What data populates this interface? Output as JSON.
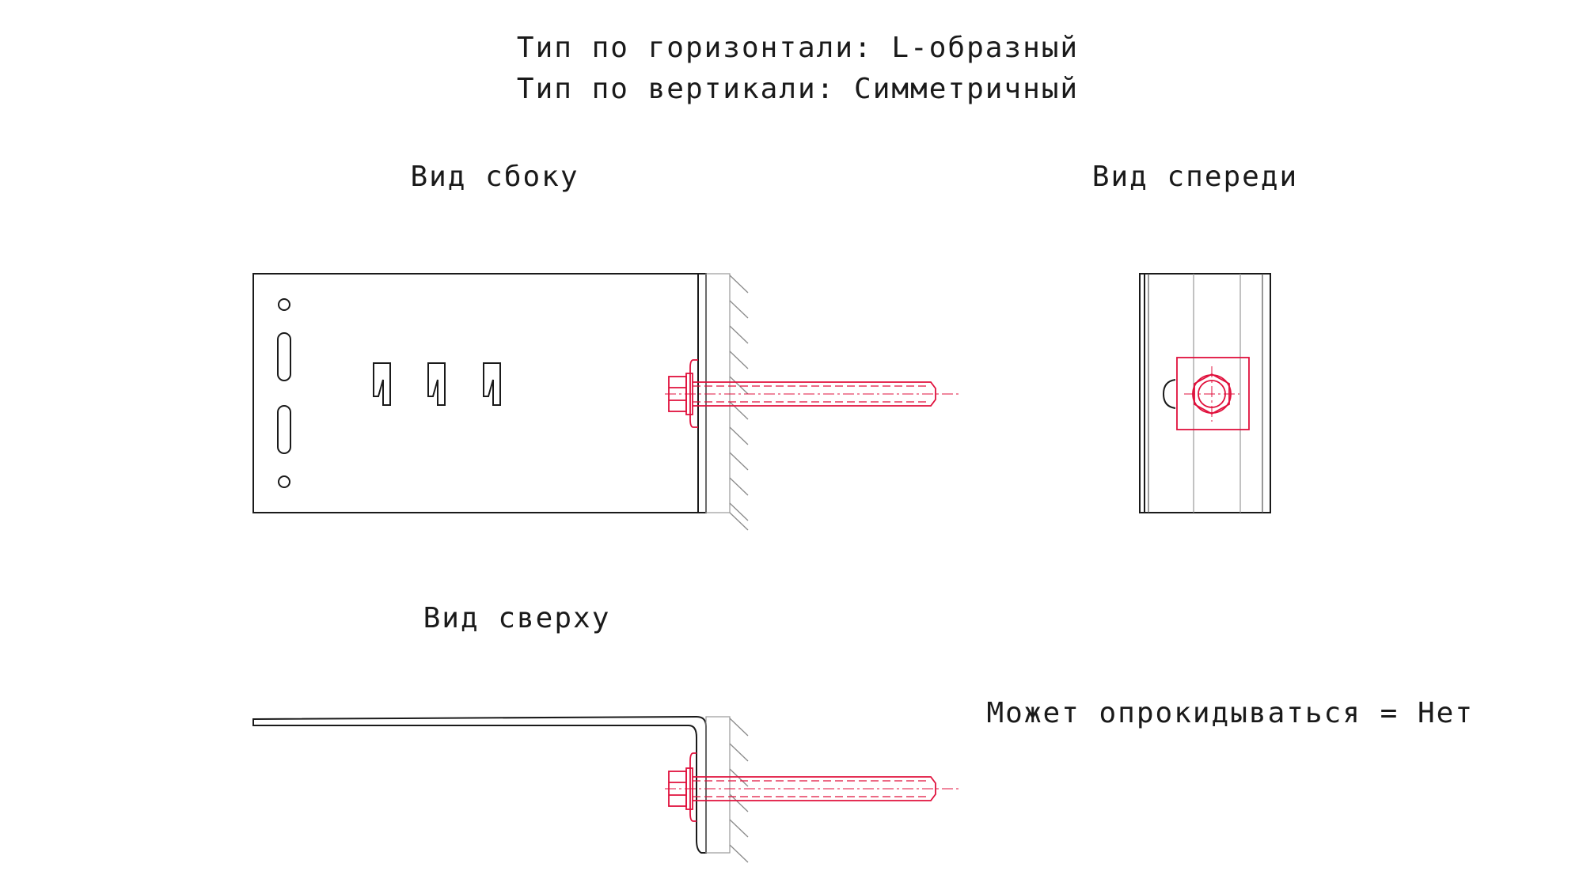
{
  "header": {
    "line1": "Тип по горизонтали: L-образный",
    "line2": "Тип по вертикали: Симметричный"
  },
  "views": {
    "side": "Вид сбоку",
    "front": "Вид спереди",
    "top": "Вид сверху"
  },
  "note": "Может опрокидываться = Нет",
  "colors": {
    "line": "#1a1a1a",
    "fastener": "#e0103c",
    "hatch": "#8a8a8a"
  }
}
